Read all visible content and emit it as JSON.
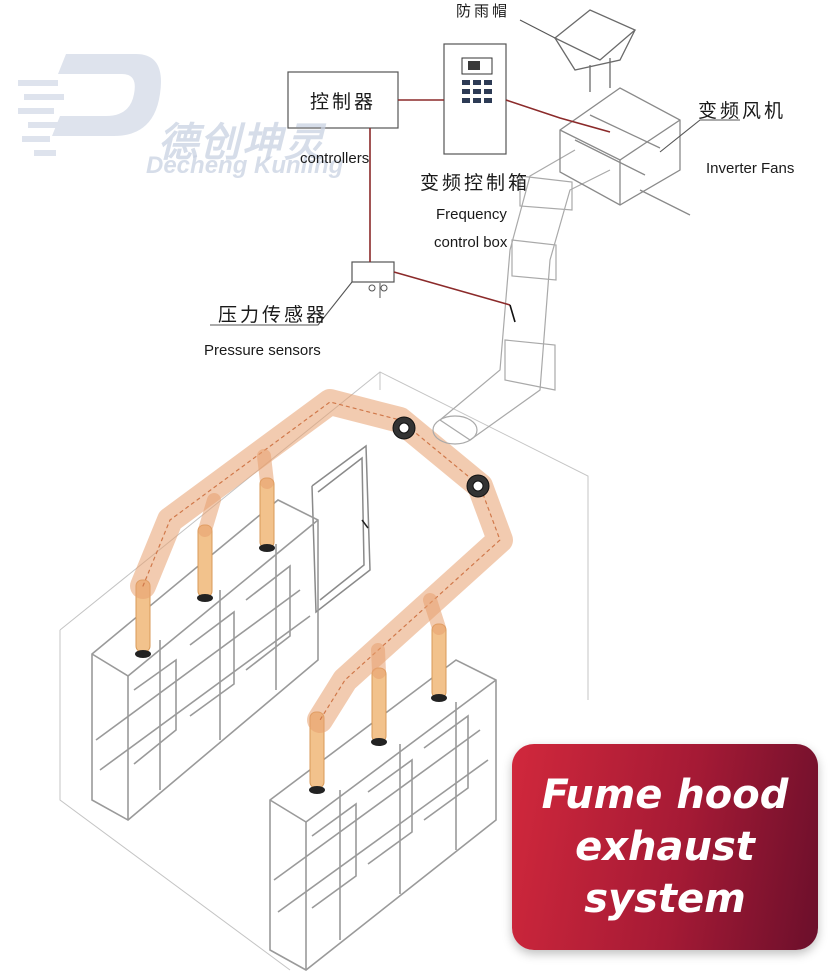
{
  "logo": {
    "cn": "德创坤灵",
    "en": "Decheng Kunling"
  },
  "labels": {
    "rain_cap_cn": "防雨帽",
    "controller_cn": "控制器",
    "controller_en": "controllers",
    "vfd_box_cn": "变频控制箱",
    "vfd_box_en_line1": "Frequency",
    "vfd_box_en_line2": "control box",
    "fan_cn": "变频风机",
    "fan_en": "Inverter Fans",
    "sensor_cn": "压力传感器",
    "sensor_en": "Pressure sensors"
  },
  "banner": {
    "line1": "Fume hood",
    "line2": "exhaust system"
  },
  "colors": {
    "duct": "#e8a070",
    "riser": "#f2c28c",
    "wire": "#8b2a2a",
    "banner_start": "#d1283c",
    "banner_end": "#6b0f2b"
  }
}
